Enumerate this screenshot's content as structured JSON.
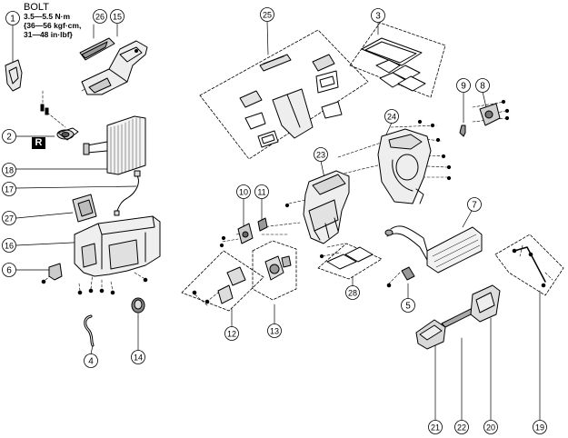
{
  "bolt_note": {
    "title": "BOLT",
    "lines": [
      "3.5—5.5 N·m",
      "{36—56 kgf·cm,",
      "31—48 in·lbf}"
    ]
  },
  "badge": "R",
  "callouts": [
    "1",
    "2",
    "3",
    "4",
    "5",
    "6",
    "7",
    "8",
    "9",
    "10",
    "11",
    "12",
    "13",
    "14",
    "15",
    "16",
    "17",
    "18",
    "19",
    "20",
    "21",
    "22",
    "23",
    "24",
    "25",
    "26",
    "27",
    "28"
  ]
}
